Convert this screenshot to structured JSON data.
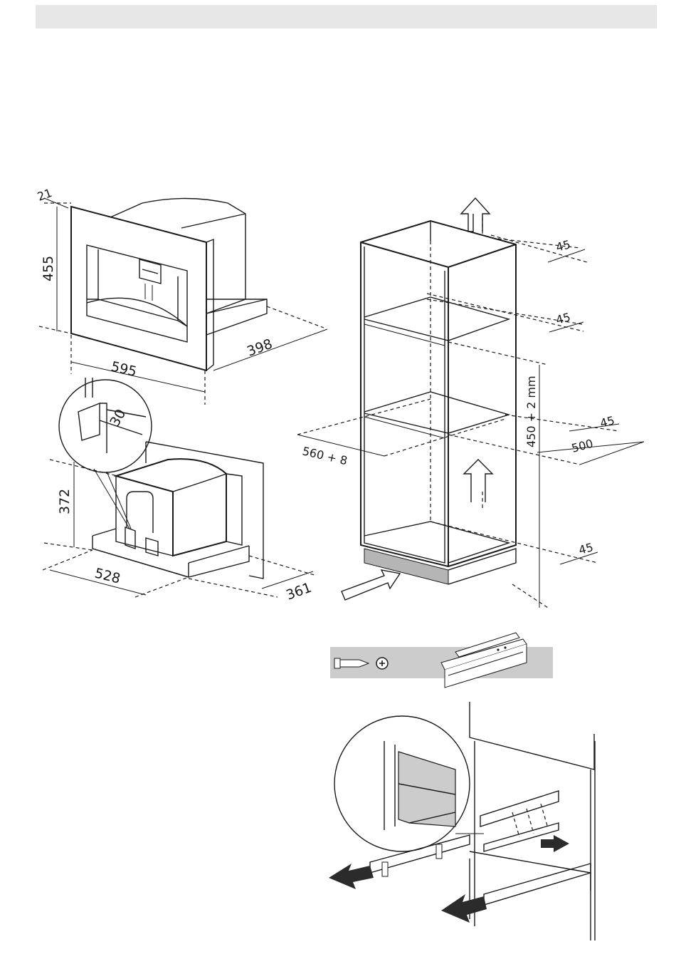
{
  "dimensions": {
    "panel_thickness": "21",
    "appliance_height": "455",
    "appliance_width": "595",
    "appliance_depth": "398",
    "plug_clearance": "30",
    "body_height": "372",
    "body_width": "528",
    "body_depth": "361",
    "shelf_top": "45",
    "shelf_upper": "45",
    "niche_height": "450 + 2 mm",
    "niche_rear": "45",
    "niche_depth": "500",
    "niche_width": "560 + 8",
    "plinth_rear": "45"
  },
  "colors": {
    "header_bar": "#e6e6e6",
    "panel_fill": "#cccccc",
    "plinth_fill": "#b5b5b5",
    "arrow_fill": "#2b2b2b"
  },
  "icons": {
    "screw": "screw-icon",
    "phillips": "phillips-head-icon",
    "bracket": "mounting-rail-icon",
    "airflow": "ventilation-arrow-icon",
    "slide": "slide-direction-arrow-icon"
  }
}
